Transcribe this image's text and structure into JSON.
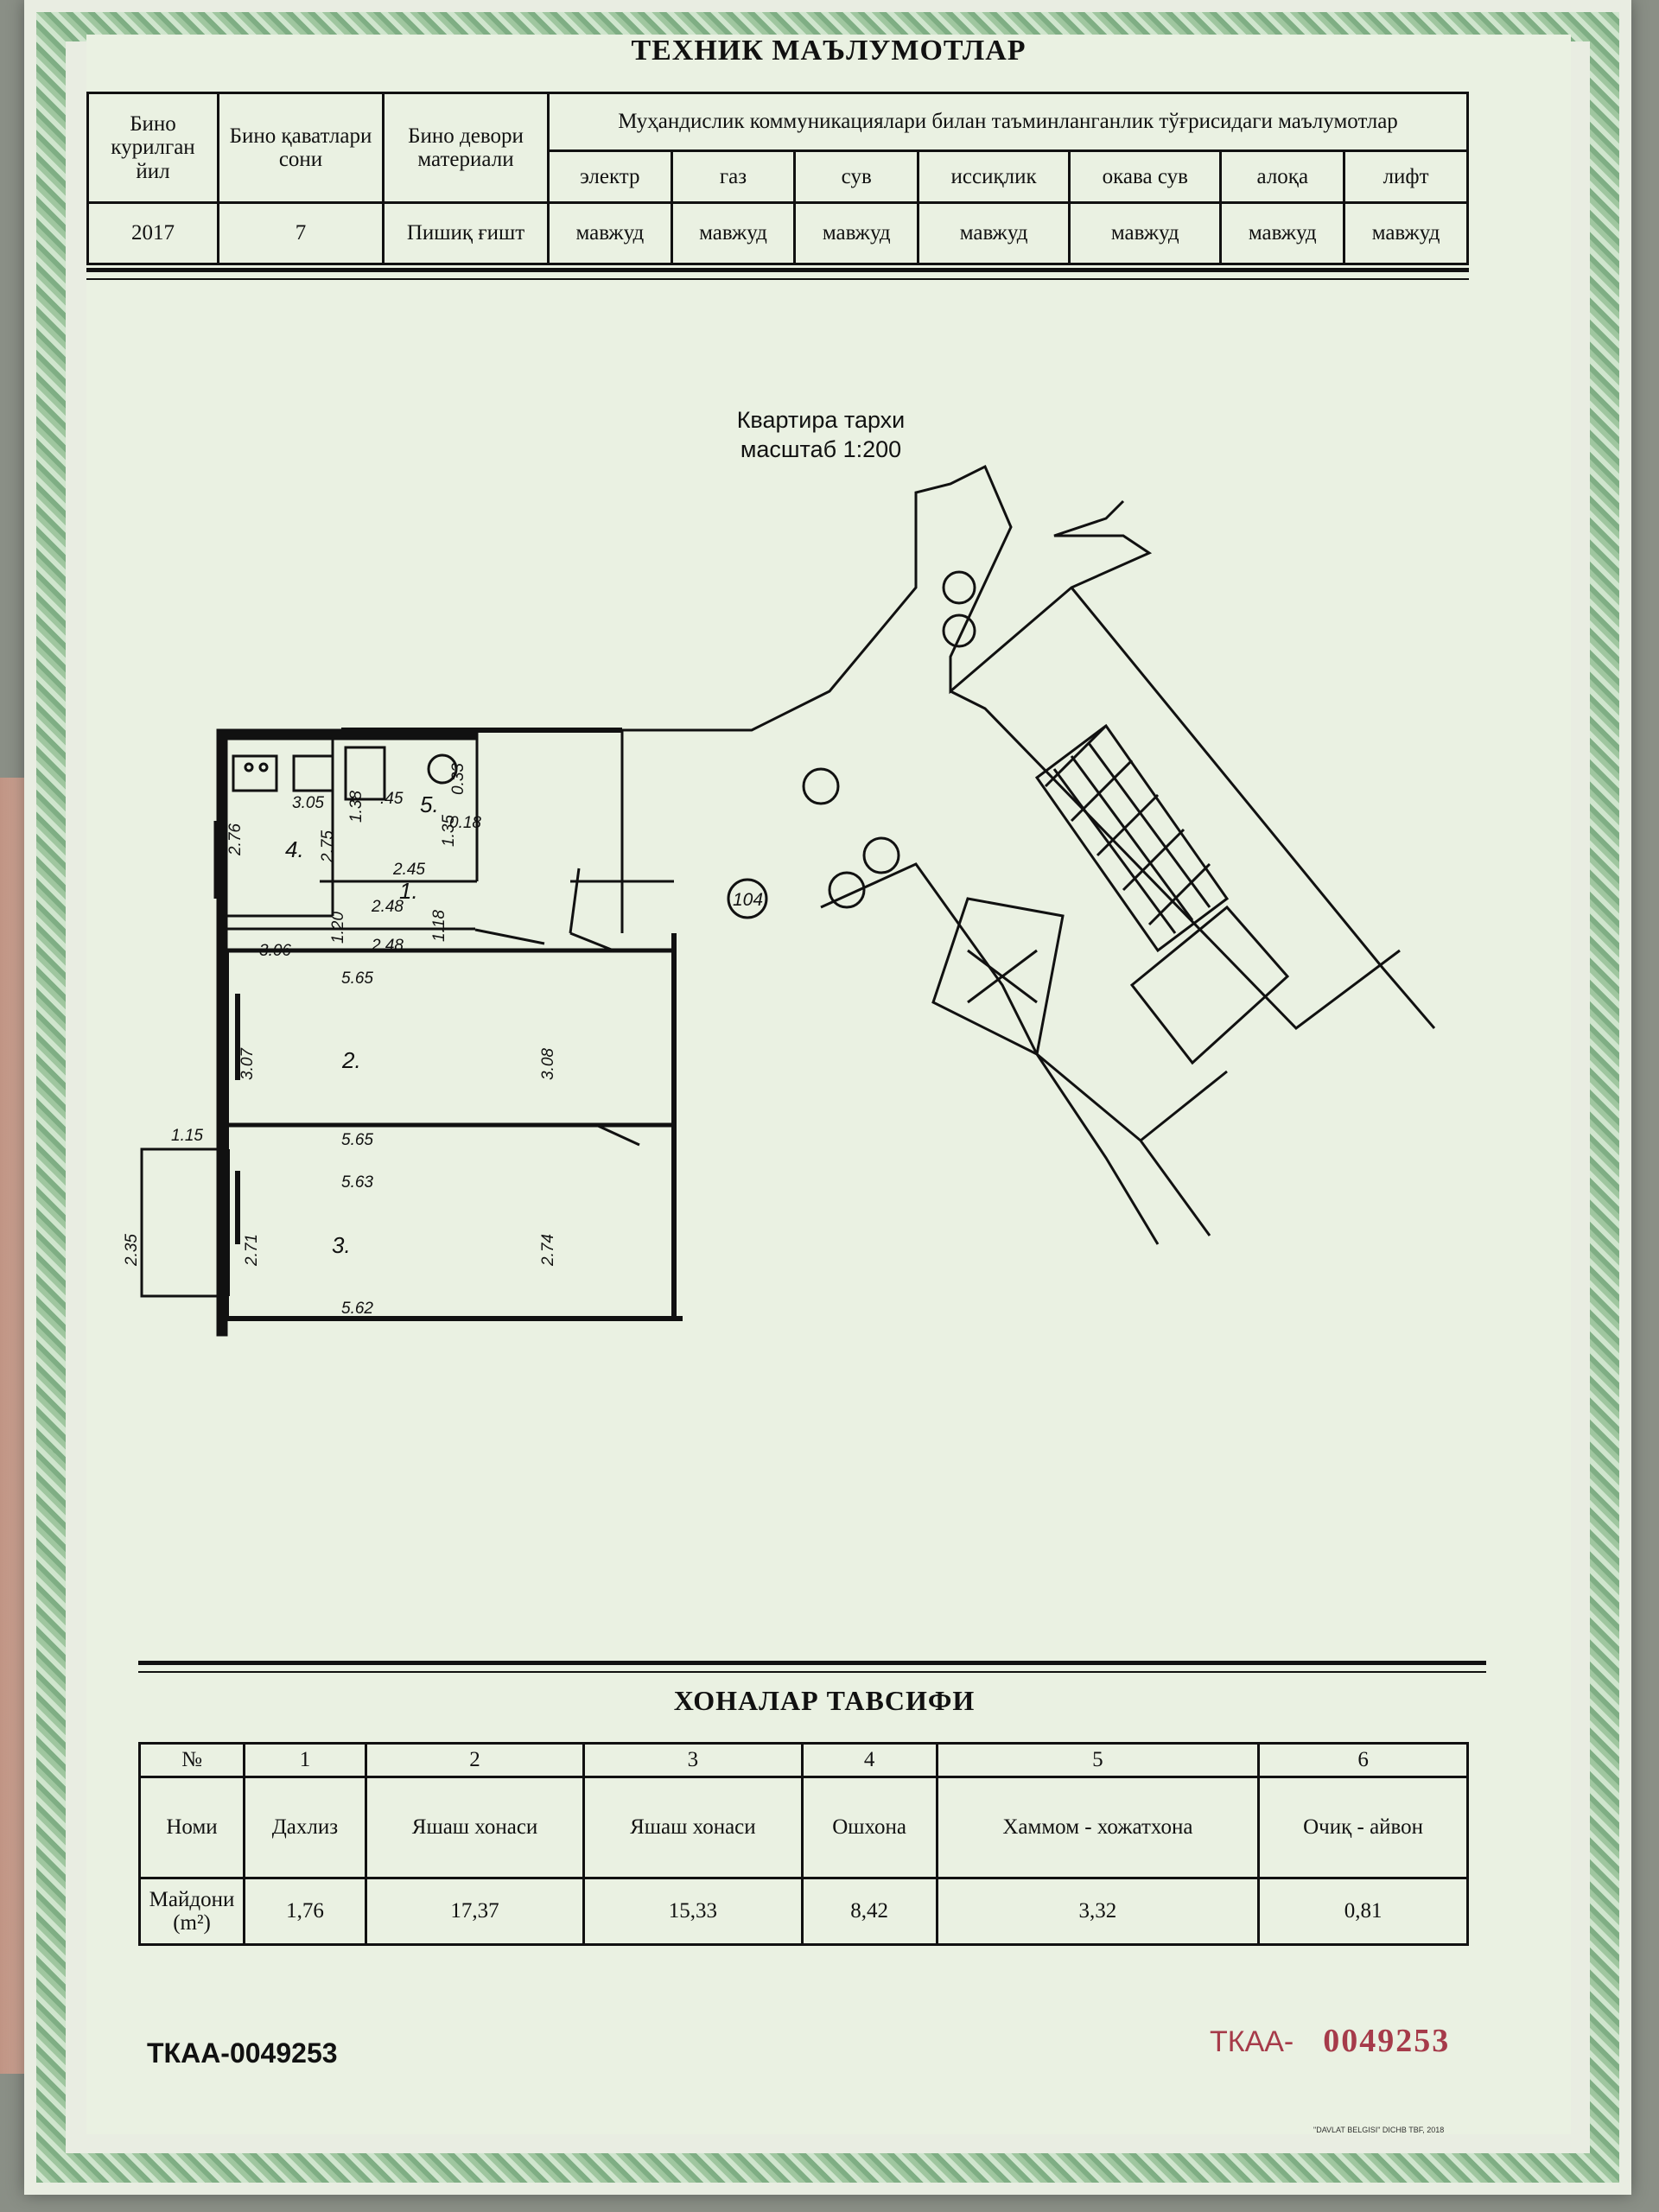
{
  "document": {
    "title": "ТЕХНИК МАЪЛУМОТЛАР",
    "tech_table": {
      "h_year": "Бино курилган йил",
      "h_floors": "Бино қаватлари сони",
      "h_wall": "Бино девори материали",
      "h_comm": "Муҳандислик коммуникациялари билан таъминланганлик тўғрисидаги маълумотлар",
      "sub": [
        "электр",
        "газ",
        "сув",
        "иссиқлик",
        "окава сув",
        "алоқа",
        "лифт"
      ],
      "year": "2017",
      "floors": "7",
      "wall": "Пишиқ ғишт",
      "vals": [
        "мавжуд",
        "мавжуд",
        "мавжуд",
        "мавжуд",
        "мавжуд",
        "мавжуд",
        "мавжуд"
      ]
    },
    "plan": {
      "caption1": "Квартира тархи",
      "caption2": "масштаб 1:200",
      "apt_no": "104",
      "rooms": [
        "1.",
        "2.",
        "3.",
        "4.",
        "5."
      ],
      "dims": {
        "d305": "3.05",
        "d276": "2.76",
        "d275": "2.75",
        "d306": "3.06",
        "d120": "1.20",
        "d248a": "2.48",
        "d248b": "2.48",
        "d118": "1.18",
        "d245a": "2.45",
        "d245b": ".45",
        "d138": "1.38",
        "d135": "1.35",
        "d018": "0.18",
        "d033": "0.33",
        "d565a": "5.65",
        "d307": "3.07",
        "d308": "3.08",
        "d565b": "5.65",
        "d563": "5.63",
        "d271": "2.71",
        "d274": "2.74",
        "d562": "5.62",
        "d115": "1.15",
        "d235": "2.35"
      }
    },
    "rooms_title": "ХОНАЛАР ТАВСИФИ",
    "rooms_table": {
      "h_no": "№",
      "h_name": "Номи",
      "h_area": "Майдони (m²)",
      "nums": [
        "1",
        "2",
        "3",
        "4",
        "5",
        "6"
      ],
      "names": [
        "Дахлиз",
        "Яшаш хонаси",
        "Яшаш хонаси",
        "Ошхона",
        "Хаммом - хожатхона",
        "Очиқ - айвон"
      ],
      "areas": [
        "1,76",
        "17,37",
        "15,33",
        "8,42",
        "3,32",
        "0,81"
      ]
    },
    "serial_left": "ТКАА-0049253",
    "serial_right_prefix": "ТКАА-",
    "serial_right_number": "0049253",
    "footnote": "\"DAVLAT BELGISI\" DICHB TBF, 2018"
  },
  "colors": {
    "paper": "#eaf1e2",
    "border": "#7fae84",
    "serial": "#a63b4a"
  }
}
